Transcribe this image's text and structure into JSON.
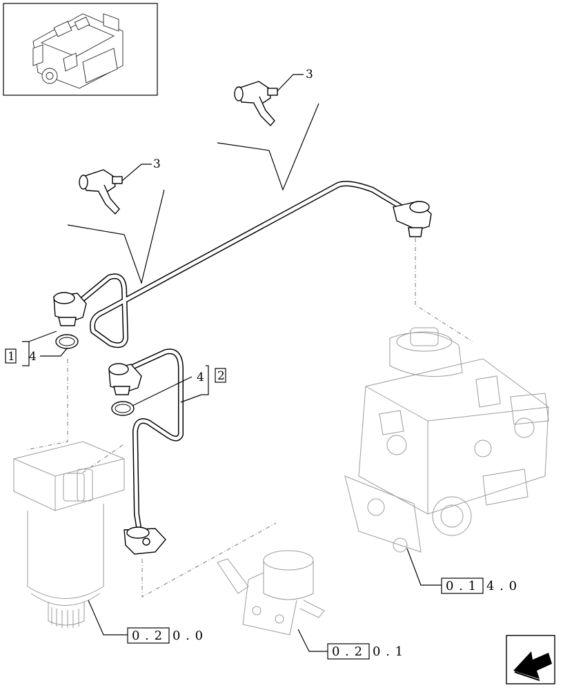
{
  "callouts": {
    "item_3_upper": "3",
    "item_3_lower": "3",
    "item_4_left": "4",
    "item_4_right": "4",
    "box_1": "1",
    "box_2": "2"
  },
  "references": {
    "pump_ref_boxed": "0 . 1",
    "pump_ref_tail": "4 . 0",
    "filter_ref_boxed": "0 . 2",
    "filter_ref_tail": "0 . 0",
    "feedpump_ref_boxed": "0 . 2",
    "feedpump_ref_tail": "0 . 1"
  },
  "icons": {
    "thumbnail": "engine-thumbnail-icon",
    "navigation": "back-arrow-icon"
  }
}
